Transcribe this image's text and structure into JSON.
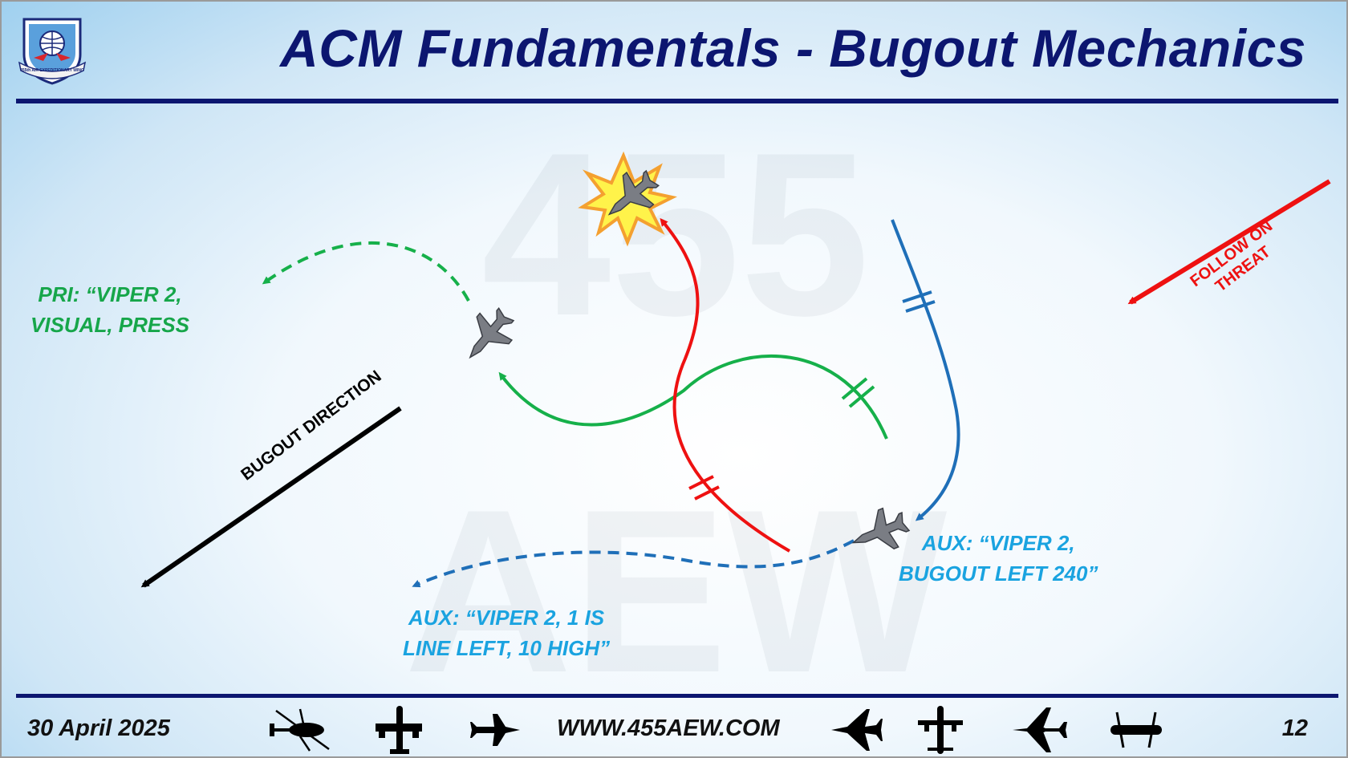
{
  "slide": {
    "title": "ACM Fundamentals - Bugout Mechanics",
    "date": "30 April 2025",
    "website": "WWW.455AEW.COM",
    "page_number": "12",
    "logo_text": "455th AIR EXPEDITIONARY WING",
    "watermark": {
      "line1": "455",
      "line2": "AEW"
    }
  },
  "diagram": {
    "pri_callout": [
      "PRI: “VIPER 2,",
      "VISUAL, PRESS"
    ],
    "aux_bugout_callout": [
      "AUX: “VIPER 2,",
      "BUGOUT LEFT 240”"
    ],
    "aux_line_callout": [
      "AUX: “VIPER 2, 1 IS",
      "LINE LEFT, 10 HIGH”"
    ],
    "bugout_direction_label": "BUGOUT DIRECTION",
    "follow_on_threat_label": [
      "FOLLOW ON",
      "THREAT"
    ]
  },
  "footer_icons": [
    "helicopter-silhouette-icon",
    "tanker-silhouette-icon",
    "fighter-silhouette-icon",
    "fighter-delta-silhouette-icon",
    "transport-silhouette-icon",
    "awacs-silhouette-icon",
    "drone-silhouette-icon"
  ],
  "colors": {
    "title": "#0c1670",
    "pri": "#16a64a",
    "aux": "#1aa3e0",
    "red_track": "#ee1111",
    "blue_track": "#1f6fb8",
    "green_track": "#16b04a"
  }
}
